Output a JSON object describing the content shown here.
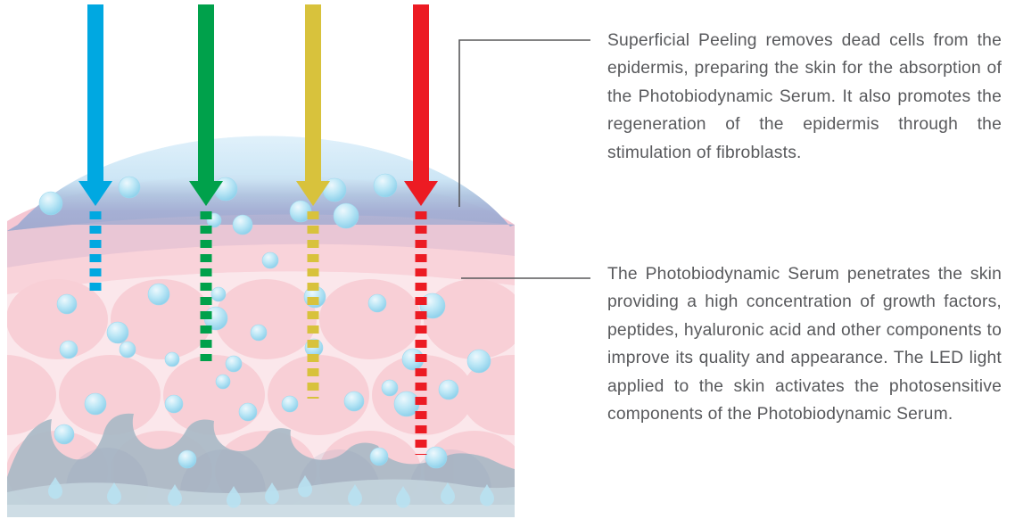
{
  "diagram": {
    "led_lights": [
      {
        "name": "blue-led-light",
        "color": "#00A8E1"
      },
      {
        "name": "green-led-light",
        "color": "#00A14B"
      },
      {
        "name": "yellow-led-light",
        "color": "#D8C23C"
      },
      {
        "name": "red-led-light",
        "color": "#EC1B23"
      }
    ],
    "layers": {
      "serum_dome": "#CBE5F5",
      "epidermis": "#F5C7D3",
      "serum_overlap_tint": "#B3B5D6",
      "upper_dermis_band": "#E9C6D5",
      "lower_band": "#F9D3DA",
      "dermis_background": "#FBE7EB",
      "dermis_cells": "#F8CFD6",
      "subcutaneous_tissue": "#A9BAC6",
      "subcutaneous_light": "#C3D4DD",
      "subcutaneous_strip": "#CFDEE6",
      "bubble": "#A6DFF3"
    },
    "callout_line_color": "#58585A"
  },
  "annotations": [
    {
      "id": "superficial-peeling",
      "text": "Superficial Peeling removes dead cells from the epidermis, preparing the skin for the absorption of the Photobiodynamic Serum. It also promotes the regeneration of the epidermis through the stimulation of fibroblasts."
    },
    {
      "id": "photobiodynamic-serum",
      "text": "The Photobiodynamic Serum penetrates the skin providing a high concentration of growth factors, peptides, hyaluronic acid and other components to improve its quality and appearance. The LED light applied to the skin activates the photosensitive components of the Photobiodynamic Serum."
    }
  ],
  "text_color": "#58595C"
}
